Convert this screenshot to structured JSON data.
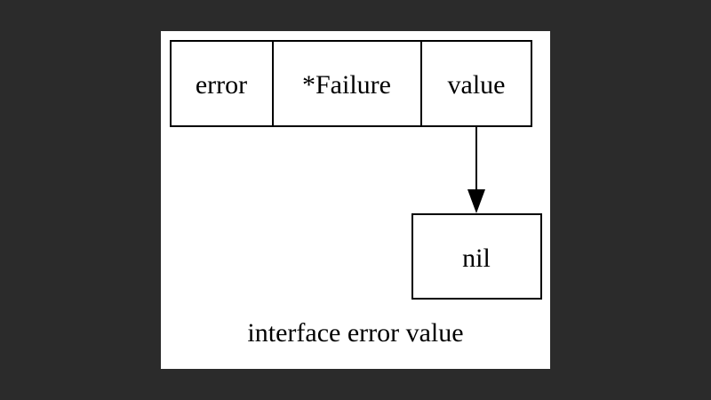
{
  "diagram": {
    "record": {
      "fields": [
        "error",
        "*Failure",
        "value"
      ]
    },
    "target": {
      "label": "nil"
    },
    "caption": "interface error value",
    "colors": {
      "background": "#2b2b2b",
      "panel": "#ffffff",
      "stroke": "#000000"
    }
  }
}
